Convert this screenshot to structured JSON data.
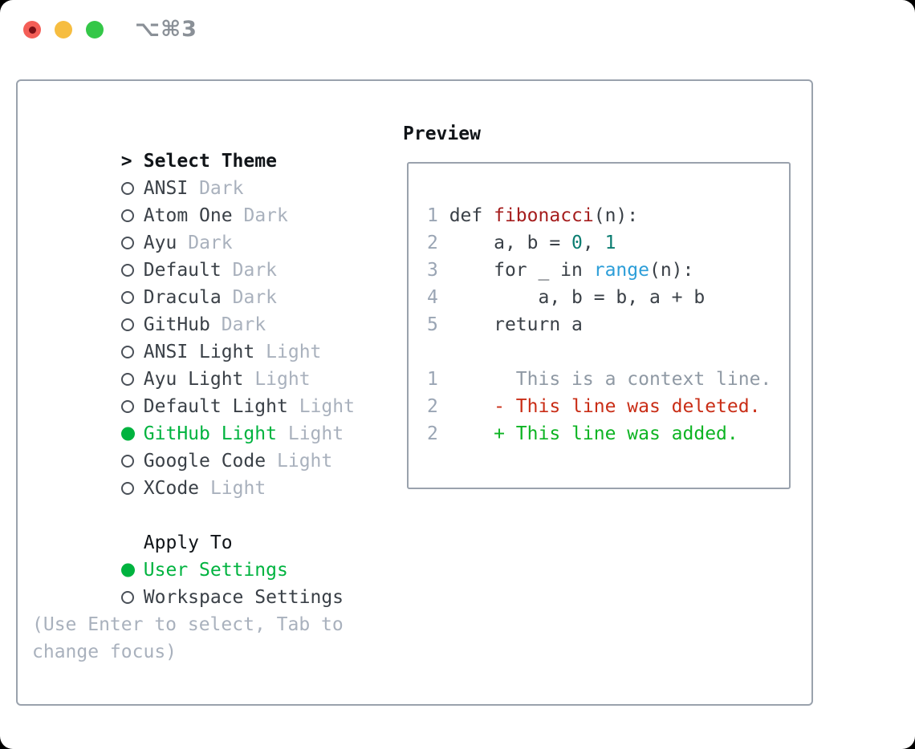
{
  "window": {
    "title": "⌥⌘3"
  },
  "colors": {
    "selected_green": "#00b33f",
    "added_green": "#0db423",
    "deleted_red": "#c92d16",
    "function_red": "#a51d1d",
    "number_teal": "#0b7d71",
    "builtin_blue": "#2d9ed8",
    "text_dark": "#3a4047",
    "muted_gray": "#a9b1bd",
    "line_number_gray": "#9aa5b4",
    "border_gray": "#9aa2ad"
  },
  "theme_menu": {
    "header": {
      "marker": ">",
      "label": "Select Theme"
    },
    "items": [
      {
        "name": "ANSI",
        "tag": "Dark",
        "selected": false
      },
      {
        "name": "Atom One",
        "tag": "Dark",
        "selected": false
      },
      {
        "name": "Ayu",
        "tag": "Dark",
        "selected": false
      },
      {
        "name": "Default",
        "tag": "Dark",
        "selected": false
      },
      {
        "name": "Dracula",
        "tag": "Dark",
        "selected": false
      },
      {
        "name": "GitHub",
        "tag": "Dark",
        "selected": false
      },
      {
        "name": "ANSI Light",
        "tag": "Light",
        "selected": false
      },
      {
        "name": "Ayu Light",
        "tag": "Light",
        "selected": false
      },
      {
        "name": "Default Light",
        "tag": "Light",
        "selected": false
      },
      {
        "name": "GitHub Light",
        "tag": "Light",
        "selected": true
      },
      {
        "name": "Google Code",
        "tag": "Light",
        "selected": false
      },
      {
        "name": "XCode",
        "tag": "Light",
        "selected": false
      }
    ]
  },
  "apply_to": {
    "label": "Apply To",
    "options": [
      {
        "name": "User Settings",
        "selected": true
      },
      {
        "name": "Workspace Settings",
        "selected": false
      }
    ]
  },
  "help": {
    "line1": "(Use Enter to select, Tab to",
    "line2": "change focus)"
  },
  "preview": {
    "heading": "Preview",
    "lines": [
      {
        "num": "1",
        "segs": [
          {
            "t": " def ",
            "c": "fg"
          },
          {
            "t": "fibonacci",
            "c": "red"
          },
          {
            "t": "(n):",
            "c": "fg"
          }
        ]
      },
      {
        "num": "2",
        "segs": [
          {
            "t": "     a, b = ",
            "c": "fg"
          },
          {
            "t": "0",
            "c": "teal"
          },
          {
            "t": ", ",
            "c": "fg"
          },
          {
            "t": "1",
            "c": "teal"
          }
        ]
      },
      {
        "num": "3",
        "segs": [
          {
            "t": "     for _ in ",
            "c": "fg"
          },
          {
            "t": "range",
            "c": "blue"
          },
          {
            "t": "(n):",
            "c": "fg"
          }
        ]
      },
      {
        "num": "4",
        "segs": [
          {
            "t": "         a, b = b, a + b",
            "c": "fg"
          }
        ]
      },
      {
        "num": "5",
        "segs": [
          {
            "t": "     return a",
            "c": "fg"
          }
        ]
      },
      {
        "num": "",
        "segs": [
          {
            "t": "",
            "c": "fg"
          }
        ]
      },
      {
        "num": "1",
        "segs": [
          {
            "t": "       This is a context line.",
            "c": "ctx"
          }
        ]
      },
      {
        "num": "2",
        "segs": [
          {
            "t": "     ",
            "c": "fg"
          },
          {
            "t": "- This line was deleted.",
            "c": "del"
          }
        ]
      },
      {
        "num": "2",
        "segs": [
          {
            "t": "     ",
            "c": "fg"
          },
          {
            "t": "+ This line was added.",
            "c": "add"
          }
        ]
      }
    ]
  }
}
